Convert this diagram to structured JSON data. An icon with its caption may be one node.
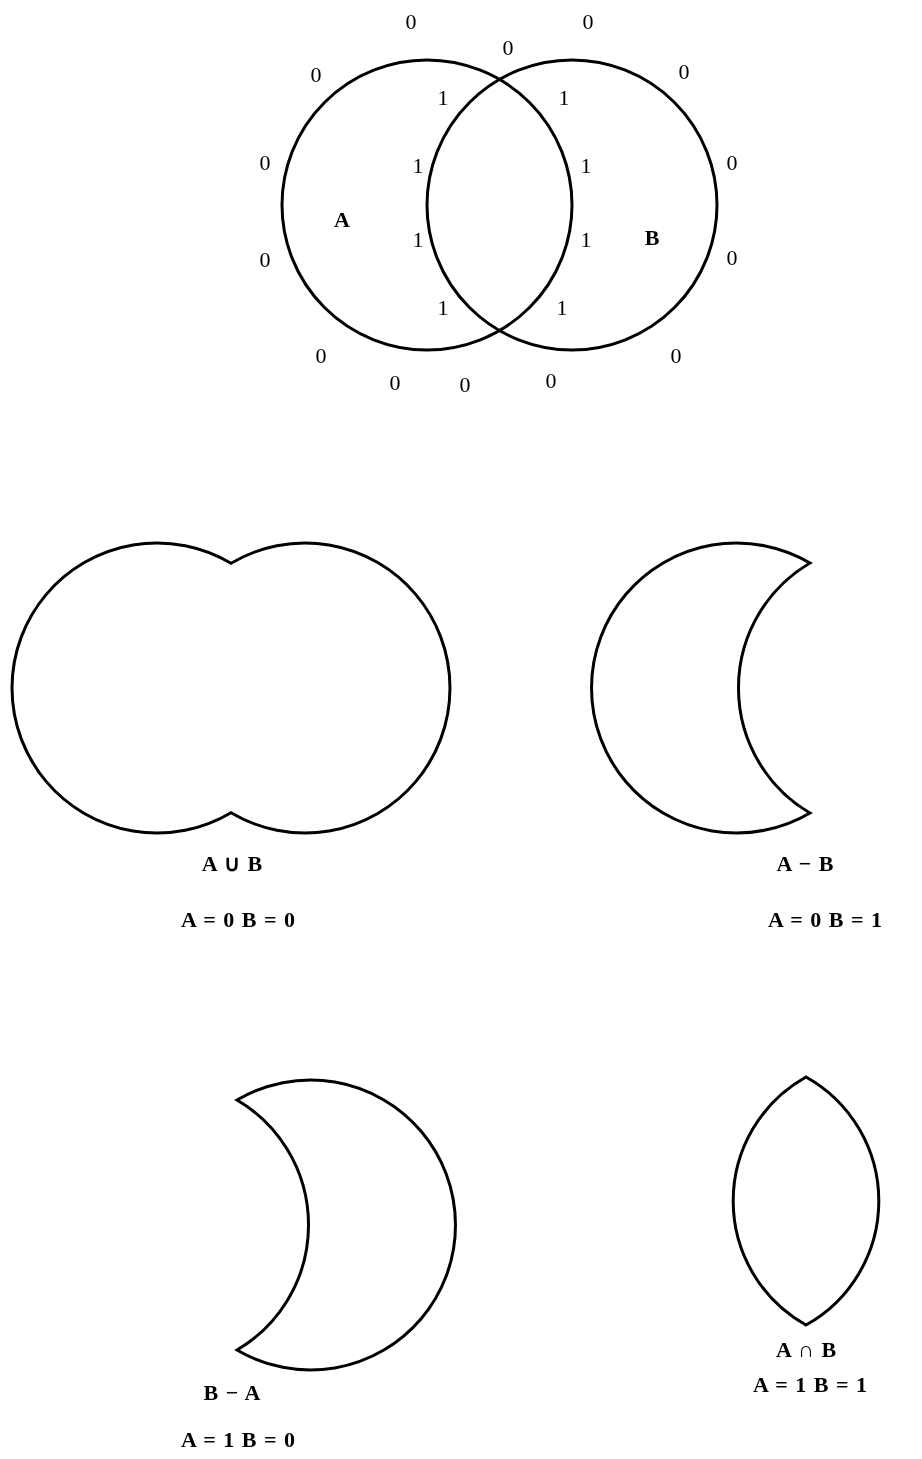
{
  "diagram": {
    "nodes": [
      {
        "text": [
          "A"
        ]
      },
      {
        "text": [
          "B"
        ]
      },
      {
        "text": [
          "A ∪ B",
          "A = 0 B = 0"
        ]
      },
      {
        "text": [
          "A − B",
          "A = 0 B = 1"
        ]
      },
      {
        "text": [
          "B − A",
          "A = 1 B = 0"
        ]
      },
      {
        "text": [
          "A ∩ B",
          "A = 1 B = 1"
        ]
      }
    ],
    "labels": [
      "0",
      "0",
      "0",
      "0",
      "0",
      "1",
      "1",
      "0",
      "1",
      "1",
      "0",
      "1",
      "1",
      "0",
      "0",
      "1",
      "1",
      "0",
      "0",
      "0",
      "0",
      "0"
    ]
  }
}
